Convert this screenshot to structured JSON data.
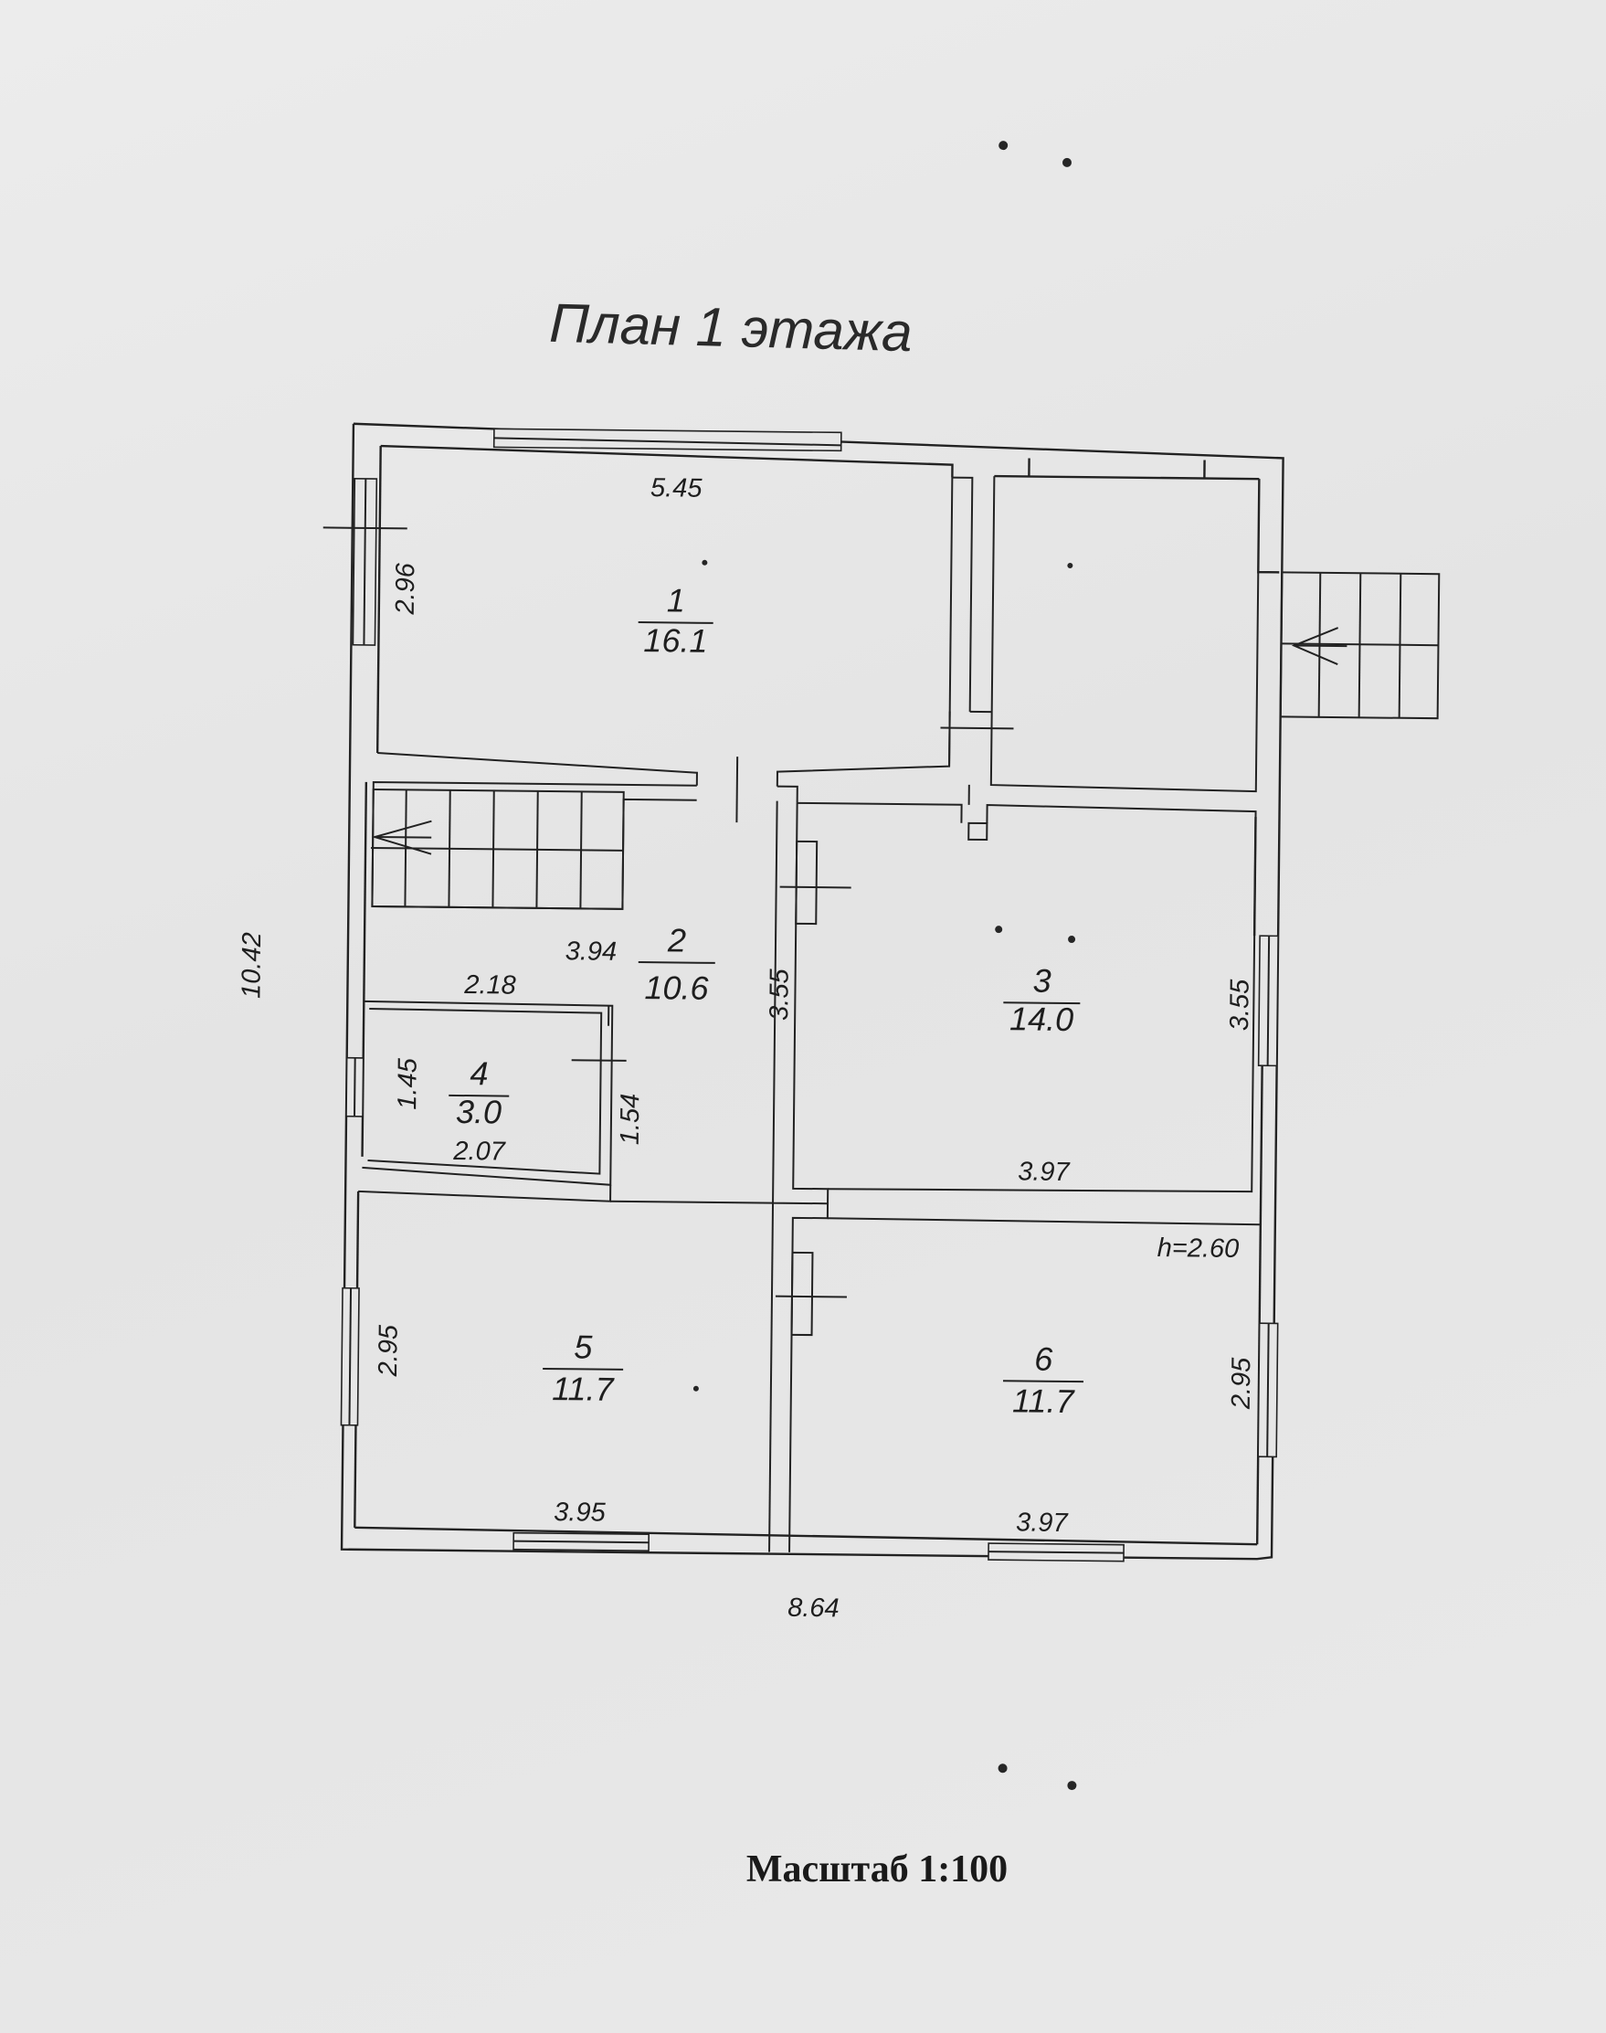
{
  "title": "План 1 этажа",
  "scale_label": "Масштаб 1:100",
  "height_label": "h=2.60",
  "rooms": [
    {
      "number": "1",
      "area": "16.1"
    },
    {
      "number": "2",
      "area": "10.6"
    },
    {
      "number": "3",
      "area": "14.0"
    },
    {
      "number": "4",
      "area": "3.0"
    },
    {
      "number": "5",
      "area": "11.7"
    },
    {
      "number": "6",
      "area": "11.7"
    }
  ],
  "dimensions": {
    "overall_width": "8.64",
    "overall_depth": "10.42",
    "room1_width": "5.45",
    "room1_depth": "2.96",
    "room2_width": "3.94",
    "room2_depth": "3.55",
    "room2_partition": "2.18",
    "room3_width": "3.97",
    "room3_depth": "3.55",
    "room4_width": "2.07",
    "room4_left": "1.45",
    "room4_right": "1.54",
    "room5_width": "3.95",
    "room5_depth": "2.95",
    "room6_width": "3.97",
    "room6_depth": "2.95"
  }
}
